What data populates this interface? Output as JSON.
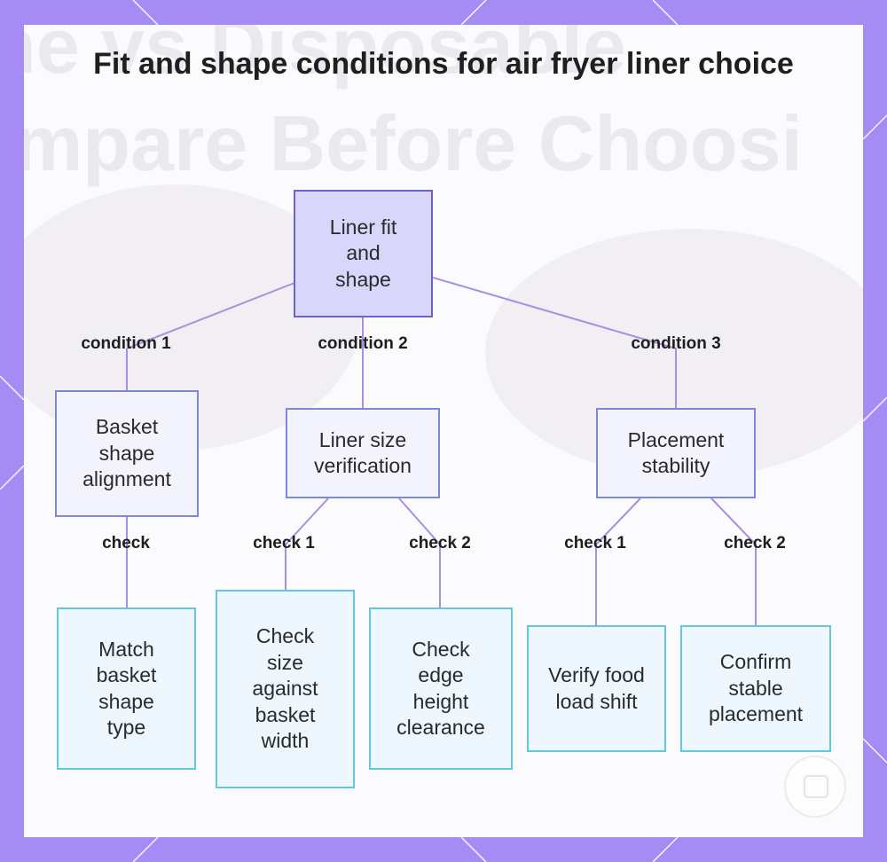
{
  "title": "Fit and shape conditions for air fryer liner choice",
  "background_watermark": [
    "ne vs Disposable",
    "mpare Before Choosi"
  ],
  "colors": {
    "frame": "#a48cf4",
    "card": "#fbfafd",
    "edge": "#a98fe0",
    "root_fill": "#d9d6fb",
    "root_border": "#6c64c4",
    "mid_fill": "#f3f3fe",
    "mid_border": "#8087d9",
    "leaf_fill": "#eef7fd",
    "leaf_border": "#62c8dc"
  },
  "nodes": {
    "root": "Liner fit and shape",
    "basket_alignment": "Basket shape alignment",
    "size_verification": "Liner size verification",
    "placement_stability": "Placement stability",
    "match_basket": "Match basket shape type",
    "check_width": "Check size against basket width",
    "check_edge": "Check edge height clearance",
    "verify_food": "Verify food load shift",
    "confirm_stable": "Confirm stable placement"
  },
  "edge_labels": {
    "condition_1": "condition 1",
    "condition_2": "condition 2",
    "condition_3": "condition 3",
    "check": "check",
    "size_check_1": "check 1",
    "size_check_2": "check 2",
    "stability_check_1": "check 1",
    "stability_check_2": "check 2"
  },
  "edges": [
    [
      "root",
      "basket_alignment",
      "condition_1"
    ],
    [
      "root",
      "size_verification",
      "condition_2"
    ],
    [
      "root",
      "placement_stability",
      "condition_3"
    ],
    [
      "basket_alignment",
      "match_basket",
      "check"
    ],
    [
      "size_verification",
      "check_width",
      "size_check_1"
    ],
    [
      "size_verification",
      "check_edge",
      "size_check_2"
    ],
    [
      "placement_stability",
      "verify_food",
      "stability_check_1"
    ],
    [
      "placement_stability",
      "confirm_stable",
      "stability_check_2"
    ]
  ]
}
